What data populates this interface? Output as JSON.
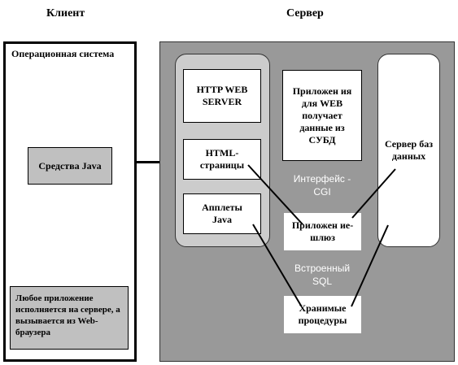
{
  "headers": {
    "client": "Клиент",
    "server": "Сервер"
  },
  "client": {
    "os_label": "Операционная система",
    "java_tools": "Средства Java",
    "note": "Любое приложение исполняется на сервере, а вызывается из Web-браузера"
  },
  "server": {
    "http_server": "HTTP WEB SERVER",
    "html_pages": "HTML-страницы",
    "applets": "Апплеты Java",
    "app_for_web": "Приложен ия для WEB получает данные из СУБД",
    "db_server": "Сервер баз данных",
    "cgi_interface": "Интерфейс - CGI",
    "gateway_app": "Приложен ие-шлюз",
    "embedded_sql": "Встроенный SQL",
    "stored_procs": "Хранимые процедуры"
  },
  "colors": {
    "server_panel": "#999999",
    "inner_group": "#cccccc",
    "client_box_fill": "#c0c0c0"
  }
}
